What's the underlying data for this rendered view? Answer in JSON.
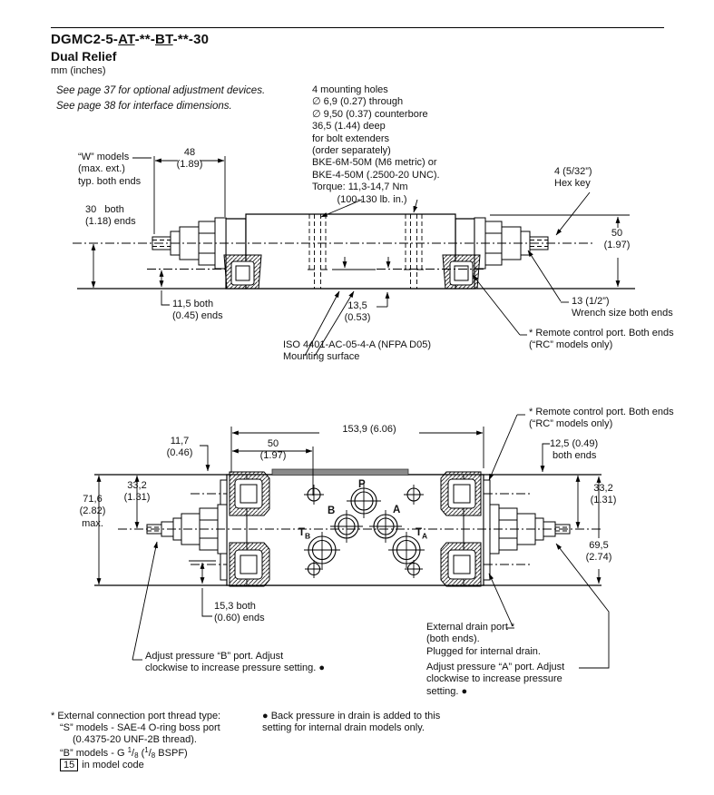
{
  "header": {
    "title_parts": [
      "DGMC2-5-",
      "AT",
      "-**-",
      "BT",
      "-**-30"
    ],
    "subtitle": "Dual Relief",
    "units": "mm (inches)",
    "note1": "See page 37 for optional adjustment devices.",
    "note2": "See page 38 for interface dimensions."
  },
  "top_view": {
    "mounting_holes_note": "4 mounting holes\n∅ 6,9 (0.27) through\n∅ 9,50 (0.37) counterbore\n36,5 (1.44) deep\nfor bolt extenders\n(order separately)\nBKE-6M-50M (M6 metric) or\nBKE-4-50M (.2500-20 UNC).\nTorque: 11,3-14,7 Nm\n         (100-130 lb. in.)",
    "hex_key": "4  (5/32”)\nHex key",
    "w_models": "“W” models\n(max. ext.)\ntyp. both ends",
    "dim_48": "48\n(1.89)",
    "dim_30": "30   both\n(1.18) ends",
    "dim_11_5": "11,5  both\n(0.45) ends",
    "dim_13_5": "13,5\n(0.53)",
    "dim_50": "50\n(1.97)",
    "wrench": "13 (1/2”)\nWrench size both ends",
    "remote_port": "* Remote control port. Both ends\n(“RC” models only)",
    "iso": "ISO 4401-AC-05-4-A (NFPA D05)\nMounting surface"
  },
  "bottom_view": {
    "remote_port": "* Remote control port. Both ends\n(“RC” models only)",
    "dim_153_9": "153,9 (6.06)",
    "dim_50": "50\n(1.97)",
    "dim_11_7": "11,7\n(0.46)",
    "dim_12_5": "12,5 (0.49)\n both ends",
    "dim_33_2_left": "33,2\n(1.31)",
    "dim_71_6": "71,6\n(2.82)\nmax.",
    "dim_33_2_right": "33,2\n(1.31)",
    "dim_69_5": "69,5\n(2.74)",
    "dim_15_3": "15,3  both\n(0.60) ends",
    "ports": {
      "p": "P",
      "b": "B",
      "a": "A",
      "t": "T",
      "sub_b": "B",
      "sub_a": "A"
    },
    "adjust_b": "Adjust pressure “B” port. Adjust\nclockwise to increase pressure setting. ●",
    "external_drain": "External drain port *\n(both ends).\nPlugged for internal drain.",
    "adjust_a": "Adjust pressure “A” port. Adjust\nclockwise to increase pressure\nsetting. ●"
  },
  "footnotes": {
    "thread_line1": "* External connection port thread type:",
    "thread_line2": "“S” models - SAE-4 O-ring boss port",
    "thread_line3": "(0.4375-20 UNF-2B thread).",
    "thread_line4_pre": "“B” models - G ",
    "frac_num": "1",
    "frac_den": "8",
    "thread_line4_mid": " (",
    "thread_line4_post": " BSPF)",
    "model_code_box": "15",
    "model_code_rest": "in model code",
    "back_pressure": "● Back pressure in drain is added to this\nsetting for internal drain models only."
  }
}
